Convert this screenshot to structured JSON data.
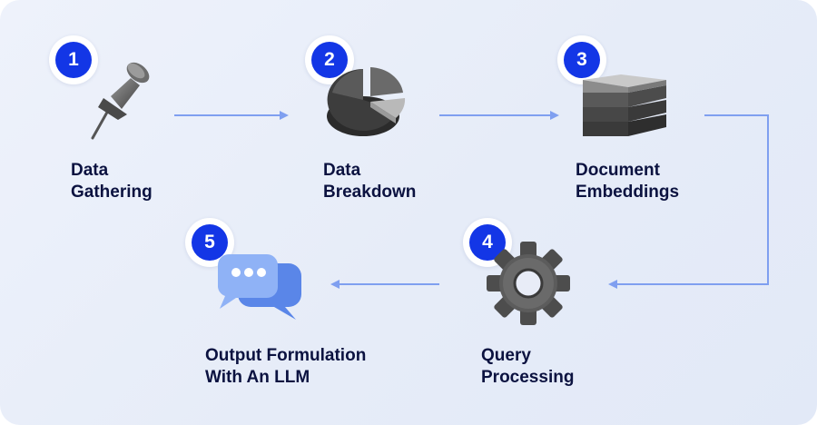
{
  "colors": {
    "badge": "#1336e6",
    "connector": "#7f9ff0",
    "label": "#0b1240"
  },
  "steps": [
    {
      "number": "1",
      "line1": "Data",
      "line2": "Gathering",
      "icon": "push-pin-icon"
    },
    {
      "number": "2",
      "line1": "Data",
      "line2": "Breakdown",
      "icon": "pie-chart-icon"
    },
    {
      "number": "3",
      "line1": "Document",
      "line2": "Embeddings",
      "icon": "stacked-layers-icon"
    },
    {
      "number": "4",
      "line1": "Query",
      "line2": "Processing",
      "icon": "gear-icon"
    },
    {
      "number": "5",
      "line1": "Output Formulation",
      "line2": "With An LLM",
      "icon": "chat-bubbles-icon"
    }
  ]
}
